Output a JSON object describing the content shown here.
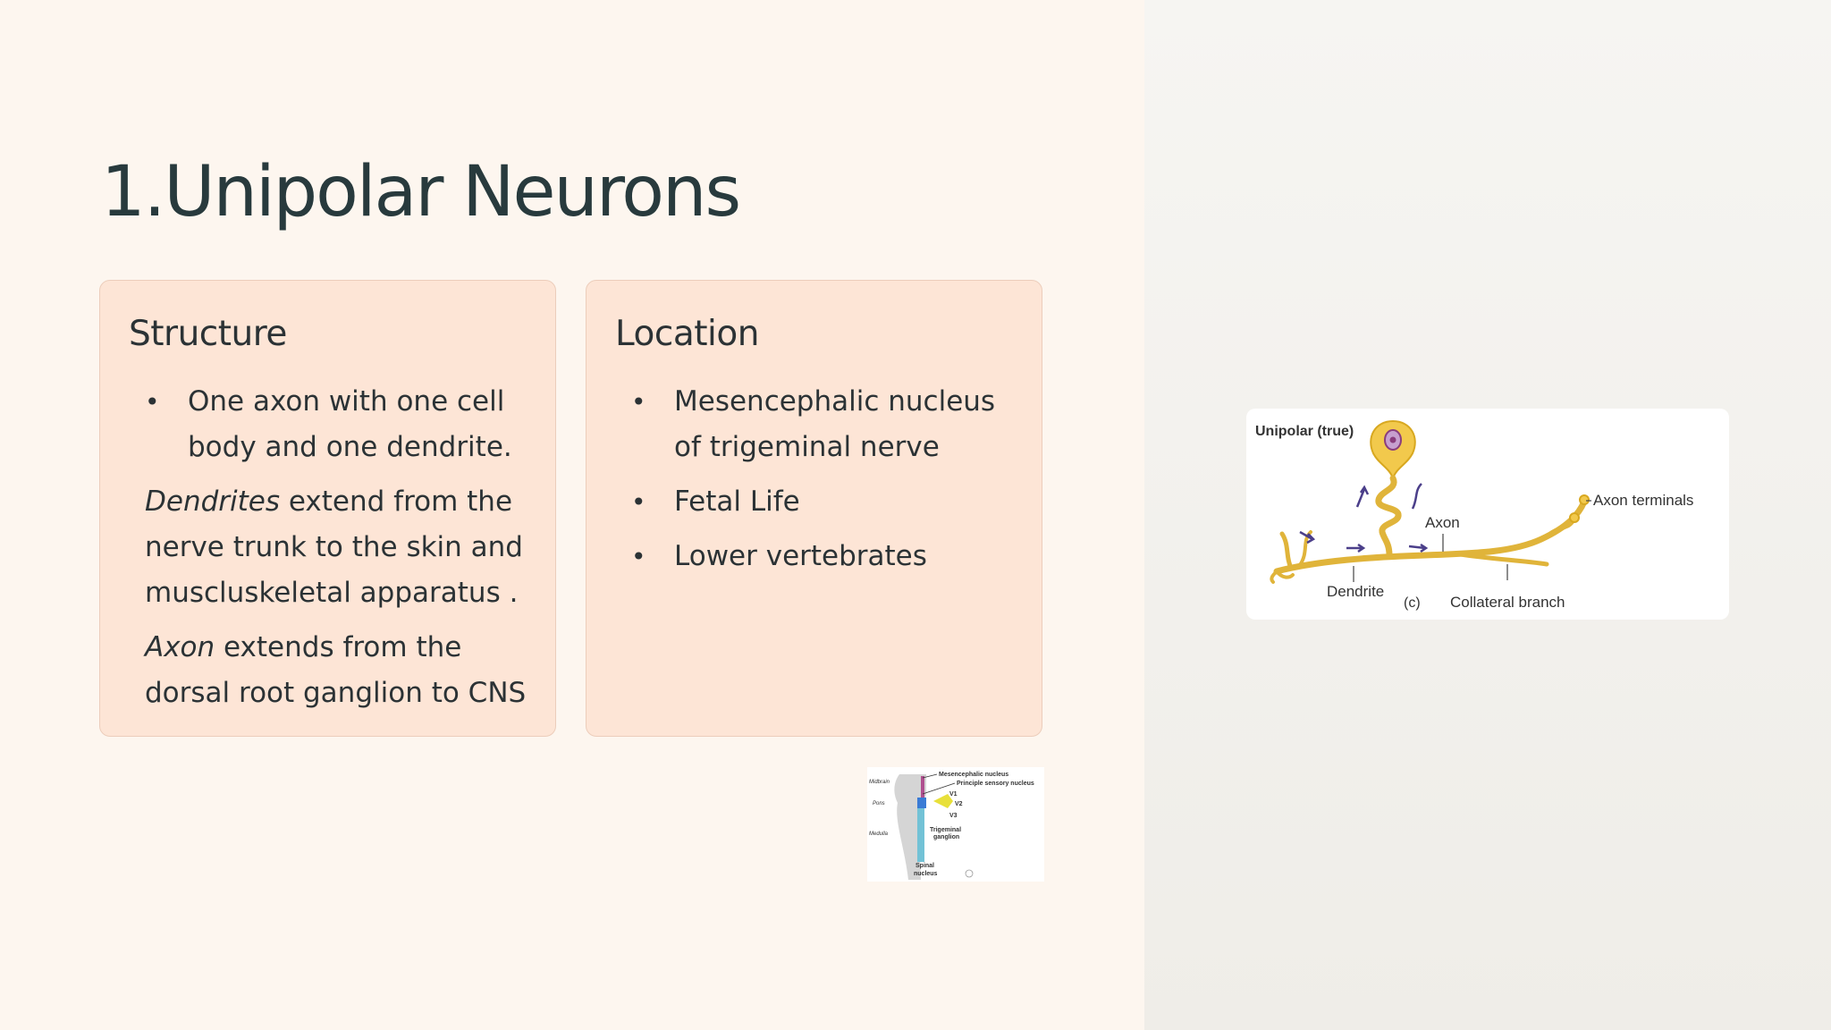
{
  "slide": {
    "title": "1.Unipolar Neurons"
  },
  "structure_card": {
    "heading": "Structure",
    "bullets": [
      "One axon with one cell body and one dendrite."
    ],
    "paragraphs": [
      {
        "emph": "Dendrites",
        "rest": " extend from the nerve trunk to the skin and muscluskeletal apparatus ."
      },
      {
        "emph": "Axon",
        "rest": " extends from the dorsal root ganglion to CNS"
      }
    ]
  },
  "location_card": {
    "heading": "Location",
    "bullets": [
      "Mesencephalic nucleus of trigeminal nerve",
      "Fetal Life",
      "Lower vertebrates"
    ]
  },
  "bullet_glyph": "•",
  "neuron_figure": {
    "title": "Unipolar (true)",
    "labels": {
      "axon": "Axon",
      "axon_terminals": "Axon terminals",
      "dendrite": "Dendrite",
      "panel": "(c)",
      "collateral": "Collateral branch"
    }
  },
  "trigeminal_figure": {
    "labels": {
      "mesencephalic": "Mesencephalic nucleus",
      "principle": "Principle sensory nucleus",
      "v1": "V1",
      "v2": "V2",
      "v3": "V3",
      "ganglion_1": "Trigeminal",
      "ganglion_2": "ganglion",
      "spinal_1": "Spinal",
      "spinal_2": "nucleus",
      "midbrain": "Midbrain",
      "pons": "Pons",
      "medulla": "Medulla"
    }
  },
  "colors": {
    "neuron_fill": "#f2c94c",
    "neuron_stroke": "#d8a820",
    "arrow": "#4b3f8a",
    "nucleus": "#b25a9e"
  }
}
